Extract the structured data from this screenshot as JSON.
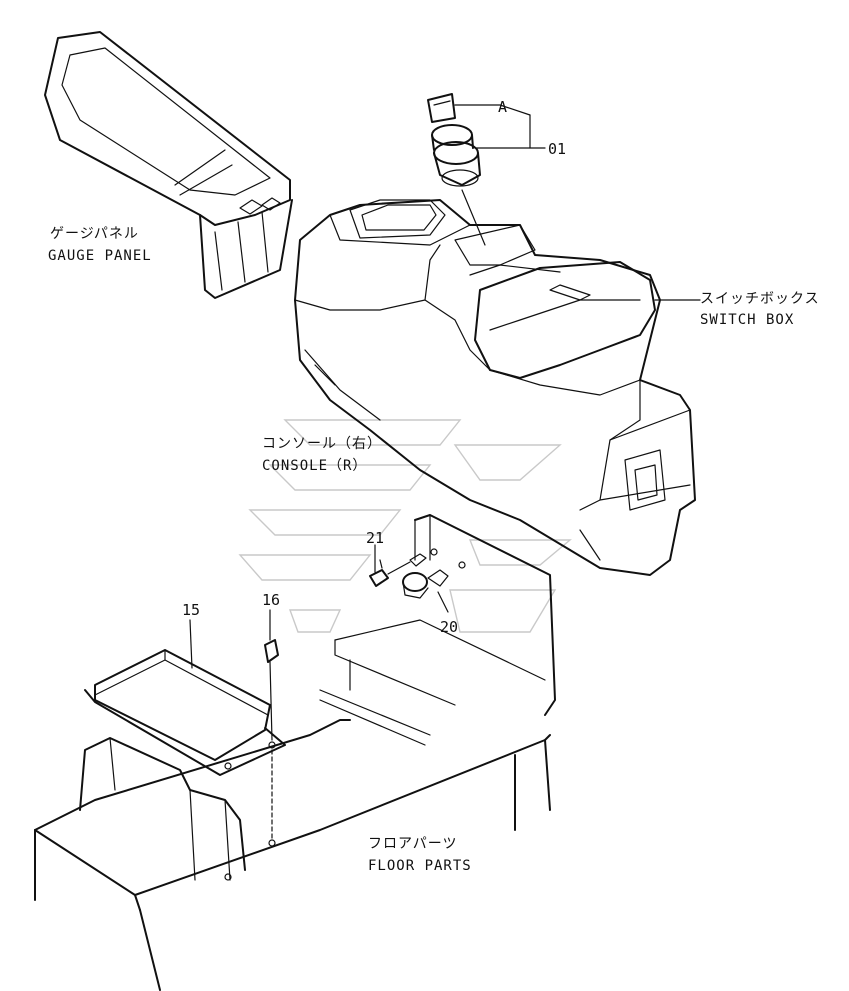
{
  "labels": {
    "gauge_panel_jp": "ゲージパネル",
    "gauge_panel_en": "GAUGE PANEL",
    "switch_box_jp": "スイッチボックス",
    "switch_box_en": "SWITCH BOX",
    "console_jp": "コンソール（右）",
    "console_en": "CONSOLE（R）",
    "floor_parts_jp": "フロアパーツ",
    "floor_parts_en": "FLOOR PARTS"
  },
  "callouts": {
    "a": "A",
    "p01": "01",
    "p21": "21",
    "p20": "20",
    "p15": "15",
    "p16": "16"
  },
  "colors": {
    "line": "#111111",
    "watermark": "#c9c9c9",
    "background": "#ffffff"
  }
}
